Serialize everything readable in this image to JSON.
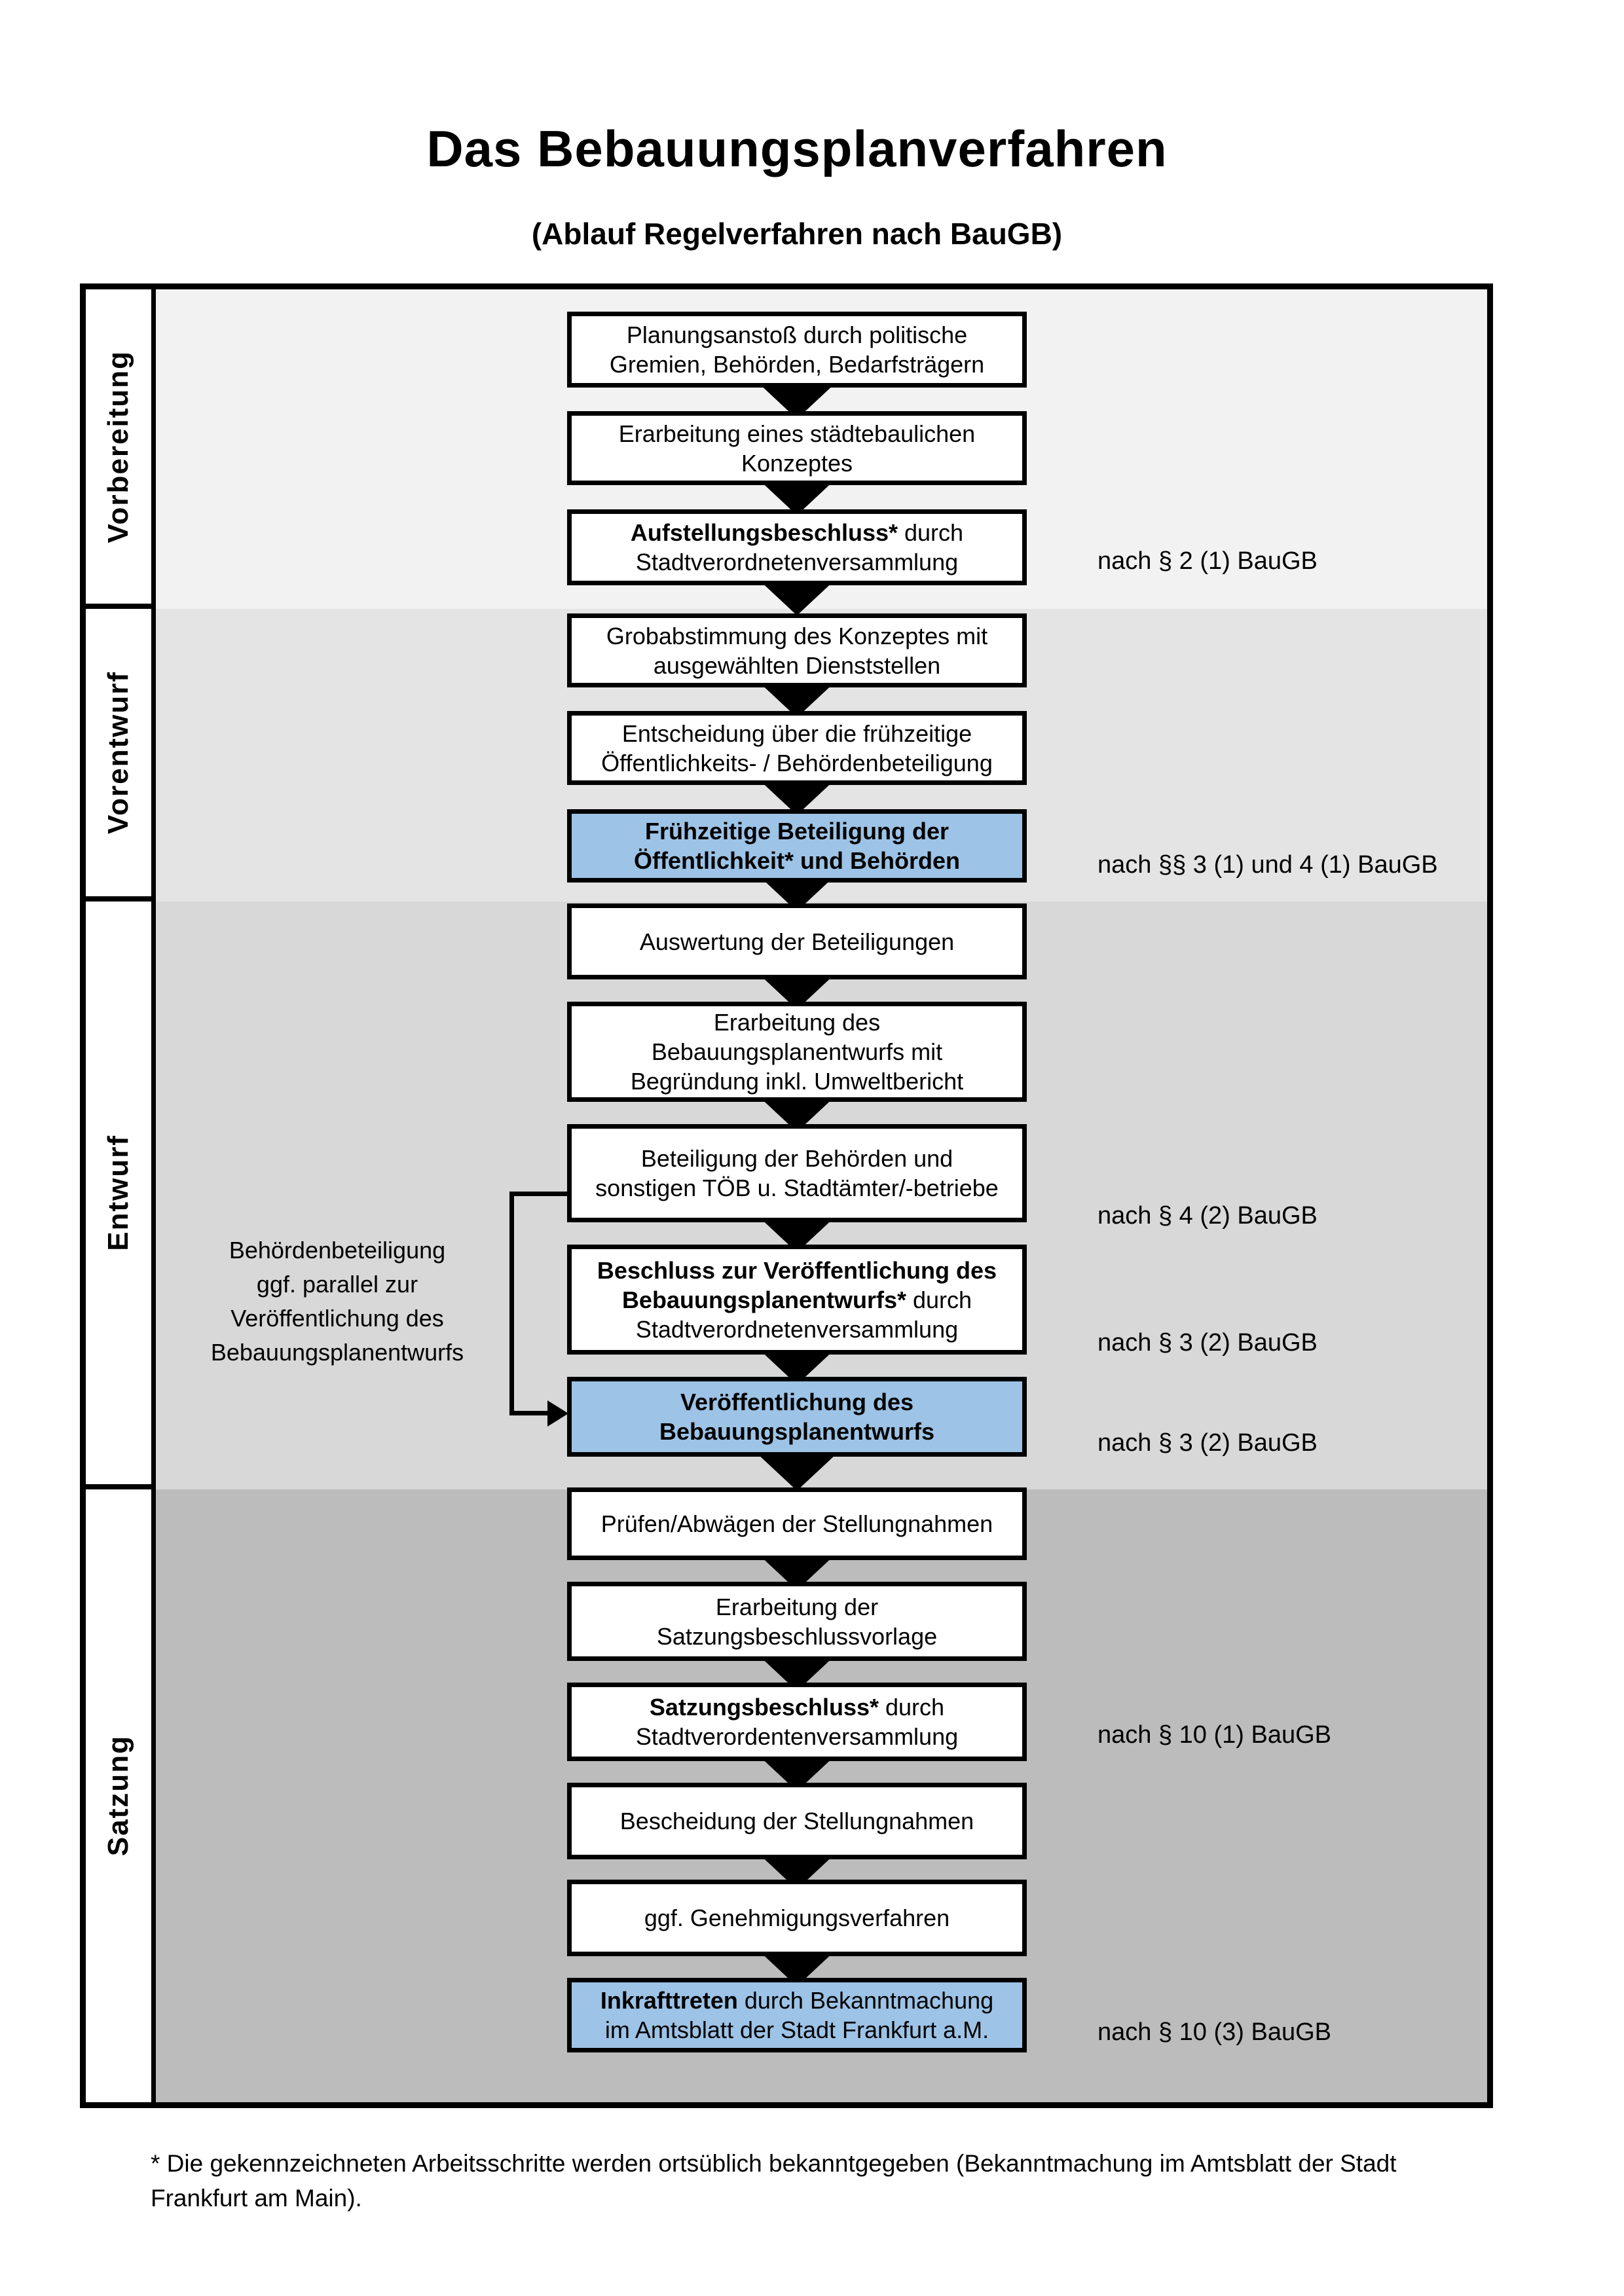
{
  "title": "Das Bebauungsplanverfahren",
  "subtitle": "(Ablauf Regelverfahren nach BauGB)",
  "phases": [
    "Vorbereitung",
    "Vorentwurf",
    "Entwurf",
    "Satzung"
  ],
  "boxes": {
    "b1": {
      "l1": "Planungsanstoß durch politische",
      "l2": "Gremien, Behörden, Bedarfsträgern",
      "highlighted": false
    },
    "b2": {
      "l1": "Erarbeitung eines städtebaulichen",
      "l2": "Konzeptes",
      "highlighted": false
    },
    "b3": {
      "l1_bold": "Aufstellungsbeschluss*",
      "l1": " durch",
      "l2": "Stadtverordnetenversammlung",
      "highlighted": false
    },
    "b4": {
      "l1": "Grobabstimmung des Konzeptes mit",
      "l2": "ausgewählten Dienststellen",
      "highlighted": false
    },
    "b5": {
      "l1": "Entscheidung über die frühzeitige",
      "l2": "Öffentlichkeits- / Behördenbeteiligung",
      "highlighted": false
    },
    "b6": {
      "l1_bold": "Frühzeitige Beteiligung der",
      "l2_bold": "Öffentlichkeit* und Behörden",
      "highlighted": true
    },
    "b7": {
      "l1": "Auswertung der Beteiligungen",
      "highlighted": false
    },
    "b8": {
      "l1": "Erarbeitung des",
      "l2": "Bebauungsplanentwurfs mit",
      "l3": "Begründung inkl. Umweltbericht",
      "highlighted": false
    },
    "b9": {
      "l1": "Beteiligung der Behörden und",
      "l2": "sonstigen TÖB u. Stadtämter/-betriebe",
      "highlighted": false
    },
    "b10": {
      "l1_bold": "Beschluss zur Veröffentlichung des",
      "l2_bold": "Bebauungsplanentwurfs*",
      "l2": " durch",
      "l3": "Stadtverordnetenversammlung",
      "highlighted": false
    },
    "b11": {
      "l1_bold": "Veröffentlichung des",
      "l2_bold": "Bebauungsplanentwurfs",
      "highlighted": true
    },
    "b12": {
      "l1": "Prüfen/Abwägen der Stellungnahmen",
      "highlighted": false
    },
    "b13": {
      "l1": "Erarbeitung der",
      "l2": "Satzungsbeschlussvorlage",
      "highlighted": false
    },
    "b14": {
      "l1_bold": "Satzungsbeschluss*",
      "l1": " durch",
      "l2": "Stadtverordentenversammlung",
      "highlighted": false
    },
    "b15": {
      "l1": "Bescheidung der Stellungnahmen",
      "highlighted": false
    },
    "b16": {
      "l1": "ggf. Genehmigungsverfahren",
      "highlighted": false
    },
    "b17": {
      "l1_bold": "Inkrafttreten",
      "l1": " durch Bekanntmachung",
      "l2": "im Amtsblatt der Stadt Frankfurt a.M.",
      "highlighted": true
    }
  },
  "refs": [
    "nach § 2 (1) BauGB",
    "nach §§ 3 (1) und 4 (1) BauGB",
    "nach § 4 (2) BauGB",
    "nach § 3 (2) BauGB",
    "nach § 3 (2) BauGB",
    "nach § 10 (1) BauGB",
    "nach § 10 (3) BauGB"
  ],
  "annotation": {
    "lines": [
      "Behördenbeteiligung",
      "ggf. parallel zur",
      "Veröffentlichung des",
      "Bebauungsplanentwurfs"
    ]
  },
  "footnote": {
    "lines": [
      "* Die gekennzeichneten Arbeitsschritte werden ortsüblich bekanntgegeben (Bekanntmachung im Amtsblatt  der Stadt",
      "Frankfurt am Main)."
    ]
  },
  "colors": {
    "highlight_blue": "#9dc3e6",
    "band_vorbereitung": "#f2f2f2",
    "band_vorentwurf": "#e4e4e4",
    "band_entwurf": "#d8d8d8",
    "band_satzung": "#bcbcbc",
    "line_black": "#000000"
  }
}
